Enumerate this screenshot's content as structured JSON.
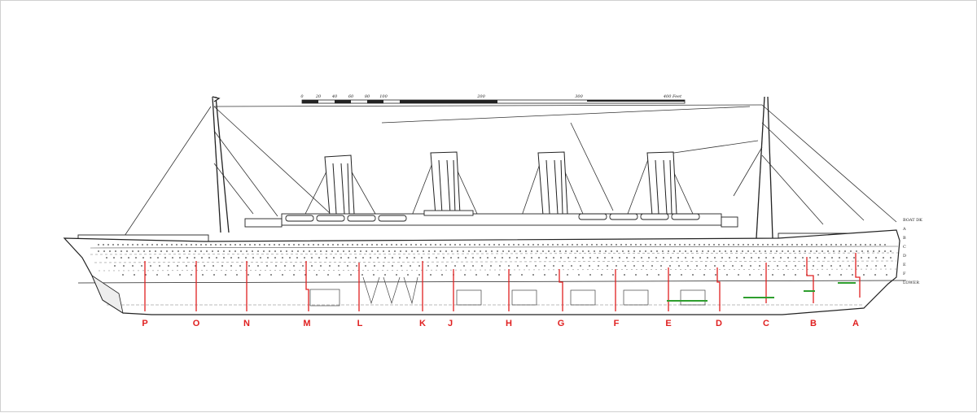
{
  "colors": {
    "background": "#ffffff",
    "border": "#d0d0d0",
    "line": "#333333",
    "bulkhead": "#e02020",
    "label": "#e02020",
    "tank_top": "#2e9e2e"
  },
  "scale_bar": {
    "ticks": [
      "0",
      "20",
      "40",
      "60",
      "80",
      "100",
      "200",
      "300",
      "400 Feet"
    ]
  },
  "deck_labels": [
    "BOAT DK",
    "A",
    "B",
    "C",
    "D",
    "E",
    "F",
    "LOWER"
  ],
  "compartments": [
    "P",
    "O",
    "N",
    "M",
    "L",
    "K",
    "J",
    "H",
    "G",
    "F",
    "E",
    "D",
    "C",
    "B",
    "A"
  ]
}
